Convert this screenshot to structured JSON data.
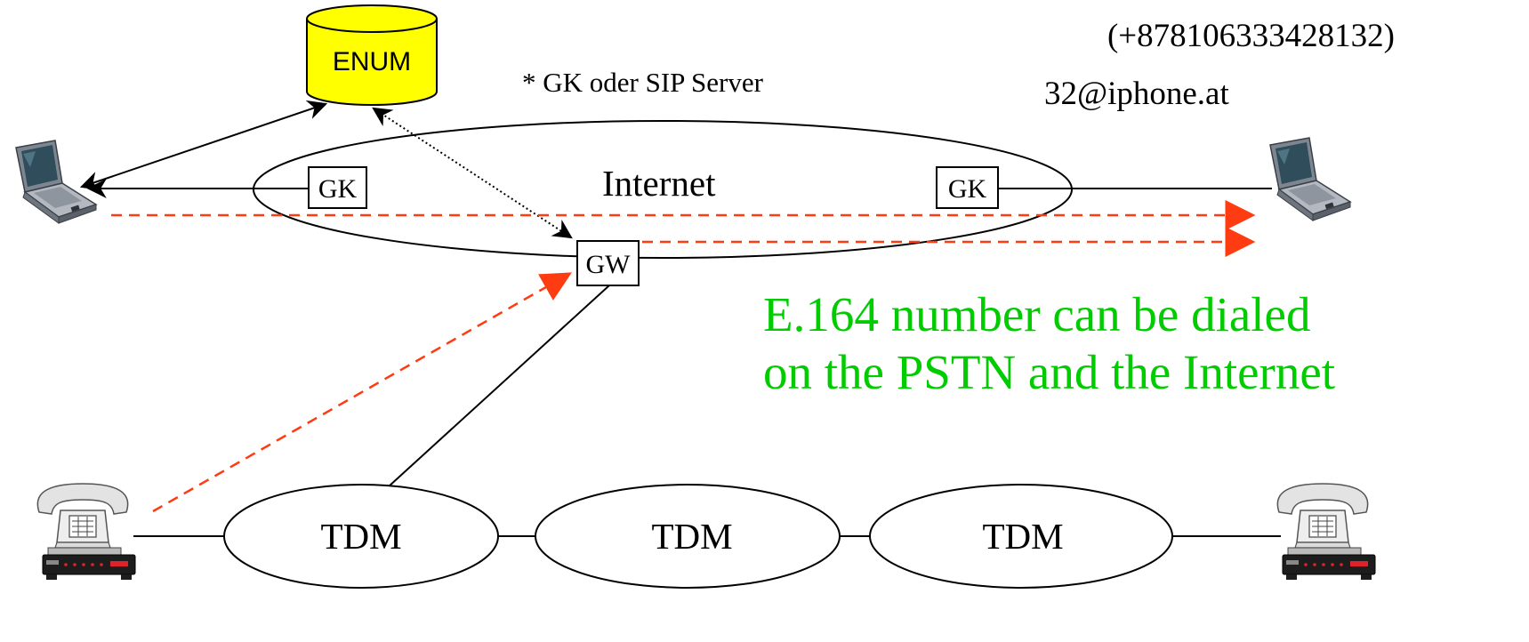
{
  "enum_db": {
    "label": "ENUM",
    "fill": "#FFFF00"
  },
  "footnote": "* GK oder SIP Server",
  "number": "(+878106333428132)",
  "uri": "32@iphone.at",
  "internet_label": "Internet",
  "gk_left": "GK",
  "gk_right": "GK",
  "gw": "GW",
  "tdm": [
    "TDM",
    "TDM",
    "TDM"
  ],
  "headline": {
    "line1": "E.164 number can be dialed",
    "line2": "on the PSTN and the Internet",
    "color": "#00CC00"
  },
  "colors": {
    "call_path": "#FF3B12"
  }
}
